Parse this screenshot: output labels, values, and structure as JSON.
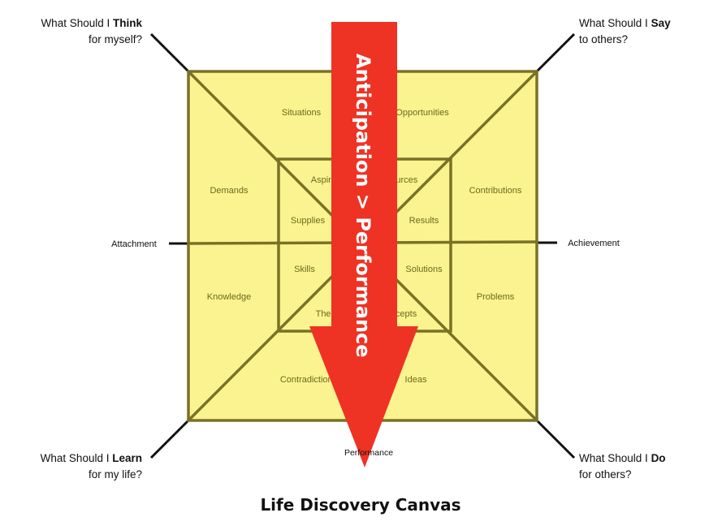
{
  "title": "Life Discovery Canvas",
  "arrow": {
    "label": "Anticipation > Performance",
    "color": "#ee3224"
  },
  "colors": {
    "fill": "#fbf38f",
    "stroke": "#7a7126",
    "text": "#6b6a1e"
  },
  "corners": {
    "top_left": {
      "prefix": "What Should I ",
      "bold": "Think",
      "line2": "for myself?"
    },
    "top_right": {
      "prefix": "What Should I ",
      "bold": "Say",
      "line2": "to others?"
    },
    "bottom_left": {
      "prefix": "What Should I ",
      "bold": "Learn",
      "line2": "for my life?"
    },
    "bottom_right": {
      "prefix": "What Should I ",
      "bold": "Do",
      "line2": "for others?"
    }
  },
  "sides": {
    "left": "Attachment",
    "right": "Achievement",
    "bottom": "Performance"
  },
  "outer": {
    "top_left": "Situations",
    "top_right": "Opportunities",
    "left_top": "Demands",
    "right_top": "Contributions",
    "left_bottom": "Knowledge",
    "right_bottom": "Problems",
    "bottom_left": "Contradictions",
    "bottom_right": "Ideas"
  },
  "inner": {
    "top_left": "Aspirations",
    "top_right": "Resources",
    "left_top": "Supplies",
    "right_top": "Results",
    "left_bottom": "Skills",
    "right_bottom": "Solutions",
    "bottom_left": "Theories",
    "bottom_right": "Concepts"
  }
}
